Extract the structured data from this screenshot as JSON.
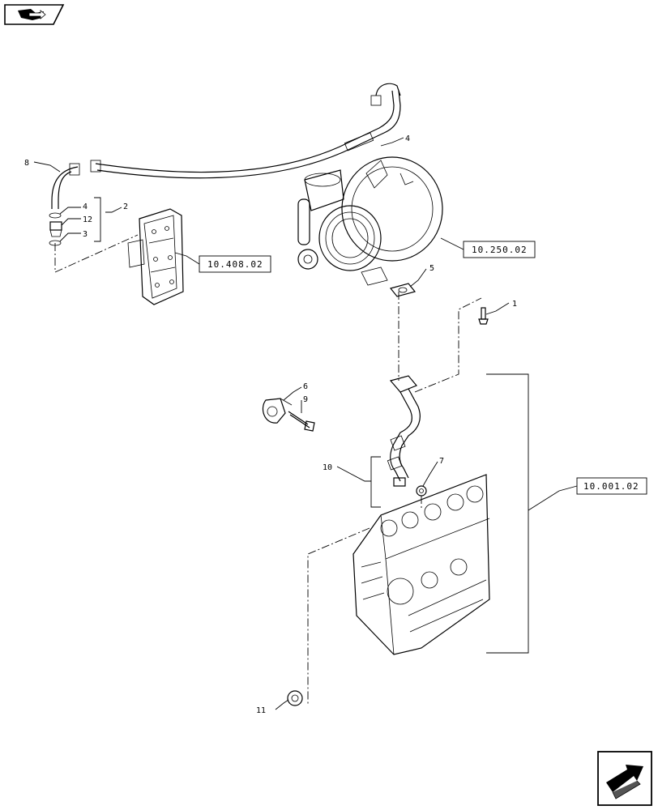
{
  "nav": {
    "top_icon": "book-arrow-icon",
    "bottom_icon": "arrow-next-icon"
  },
  "callouts": {
    "c1": "1",
    "c2": "2",
    "c3": "3",
    "c4a": "4",
    "c4b": "4",
    "c5": "5",
    "c6": "6",
    "c7": "7",
    "c8": "8",
    "c9": "9",
    "c10": "10",
    "c11": "11",
    "c12": "12"
  },
  "references": {
    "ref_10408": "10.408.02",
    "ref_10250": "10.250.02",
    "ref_10001": "10.001.02"
  }
}
